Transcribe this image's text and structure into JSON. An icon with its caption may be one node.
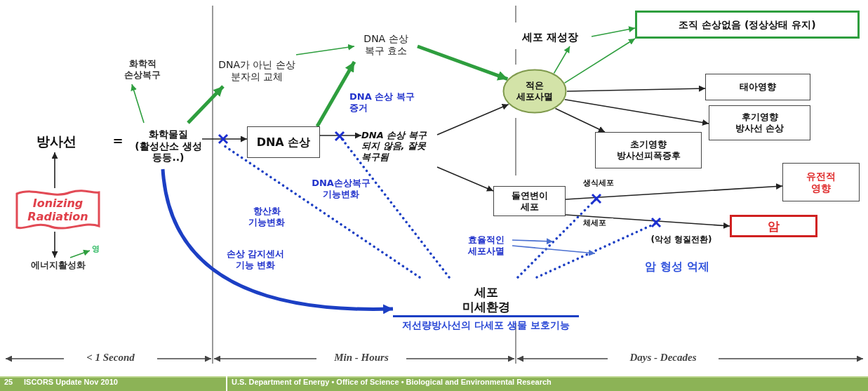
{
  "diagram": {
    "nodes": [
      {
        "text": [
          "방사선"
        ]
      },
      {
        "text": [
          "Ionizing Radiation"
        ]
      },
      {
        "text": [
          "에너지활성화"
        ]
      },
      {
        "text": [
          "화학물질 (활성산소 생성 등등..)"
        ]
      },
      {
        "text": [
          "화학적 손상복구"
        ]
      },
      {
        "text": [
          "DNA가 아닌 손상 분자의 교체"
        ]
      },
      {
        "text": [
          "DNA 손상"
        ]
      },
      {
        "text": [
          "DNA 손상 복구 효소"
        ]
      },
      {
        "text": [
          "DNA 손상 복구 증거"
        ]
      },
      {
        "text": [
          "DNA 손상 복구 되지 않음, 잘못 복구됨"
        ]
      },
      {
        "text": [
          "세포 재성장"
        ]
      },
      {
        "text": [
          "조직 손상없음 (정상상태 유지)"
        ]
      },
      {
        "text": [
          "적은 세포사멸"
        ]
      },
      {
        "text": [
          "태아영향"
        ]
      },
      {
        "text": [
          "후기영향 방사선 손상"
        ]
      },
      {
        "text": [
          "초기영향 방사선피폭증후"
        ]
      },
      {
        "text": [
          "돌연변이 세포"
        ]
      },
      {
        "text": [
          "유전적 영향"
        ]
      },
      {
        "text": [
          "암"
        ]
      },
      {
        "text": [
          "효율적인 세포사멸"
        ]
      },
      {
        "text": [
          "암 형성 억제"
        ]
      },
      {
        "text": [
          "항산화 기능변화"
        ]
      },
      {
        "text": [
          "DNA손상복구 기능변화"
        ]
      },
      {
        "text": [
          "손상 감지센서 기능 변화"
        ]
      },
      {
        "text": [
          "세포 미세환경"
        ],
        "beside": [
          "저선량방사선의 다세포 생물 보호기능"
        ]
      },
      {
        "text": [
          "영"
        ]
      }
    ],
    "edges": [
      {
        "from": 1,
        "to": 0,
        "arrow": "to"
      },
      {
        "from": 1,
        "to": 2,
        "arrow": "to"
      },
      {
        "from": 2,
        "to": 25,
        "arrow": "to",
        "color": "#2e9e3e"
      },
      {
        "from": 3,
        "to": 4,
        "arrow": "to",
        "color": "#2e9e3e"
      },
      {
        "from": 3,
        "to": 5,
        "arrow": "to",
        "style": "thick",
        "color": "#2e9e3e"
      },
      {
        "from": 3,
        "to": 6,
        "arrow": "to"
      },
      {
        "from": 3,
        "to": 24,
        "arrow": "to",
        "style": "thick",
        "color": "#1c3fc4"
      },
      {
        "from": 6,
        "to": 7,
        "arrow": "to",
        "style": "thick",
        "color": "#2e9e3e"
      },
      {
        "from": 6,
        "to": 9,
        "arrow": "to"
      },
      {
        "from": 5,
        "to": 7,
        "arrow": "to",
        "color": "#2e9e3e"
      },
      {
        "from": 7,
        "to": 12,
        "arrow": "to",
        "style": "thick",
        "color": "#2e9e3e"
      },
      {
        "from": 9,
        "to": 12,
        "arrow": "to"
      },
      {
        "from": 9,
        "to": 16,
        "arrow": "to"
      },
      {
        "from": 12,
        "to": 10,
        "arrow": "to",
        "color": "#2e9e3e"
      },
      {
        "from": 10,
        "to": 11,
        "arrow": "to",
        "color": "#2e9e3e"
      },
      {
        "from": 12,
        "to": 11,
        "arrow": "to",
        "color": "#2e9e3e"
      },
      {
        "from": 12,
        "to": 13,
        "arrow": "to"
      },
      {
        "from": 12,
        "to": 14,
        "arrow": "to"
      },
      {
        "from": 12,
        "to": 15,
        "arrow": "to"
      },
      {
        "from": 16,
        "to": 17,
        "arrow": "to",
        "label": "생식세포"
      },
      {
        "from": 16,
        "to": 18,
        "arrow": "to",
        "label": "체세포"
      },
      {
        "from": 24,
        "to": null,
        "arrow": "none",
        "style": "dashed",
        "color": "#1c3fc4"
      },
      {
        "from": 24,
        "to": null,
        "arrow": "none",
        "style": "dashed",
        "color": "#1c3fc4"
      },
      {
        "from": 24,
        "to": null,
        "arrow": "none",
        "style": "dashed",
        "color": "#1c3fc4"
      },
      {
        "from": 24,
        "to": null,
        "arrow": "none",
        "style": "dashed",
        "color": "#1c3fc4"
      },
      {
        "from": 19,
        "to": null,
        "arrow": "to",
        "color": "#4a6fd0"
      },
      {
        "from": 19,
        "to": null,
        "arrow": "to",
        "color": "#4a6fd0"
      }
    ],
    "labels": [
      "=",
      "< 1 Second",
      "Min - Hours",
      "Days - Decades",
      "(악성 형질전환)",
      "25",
      "ISCORS Update Nov 2010",
      "U.S. Department of Energy • Office of Science • Biological and Environmental Research"
    ]
  }
}
